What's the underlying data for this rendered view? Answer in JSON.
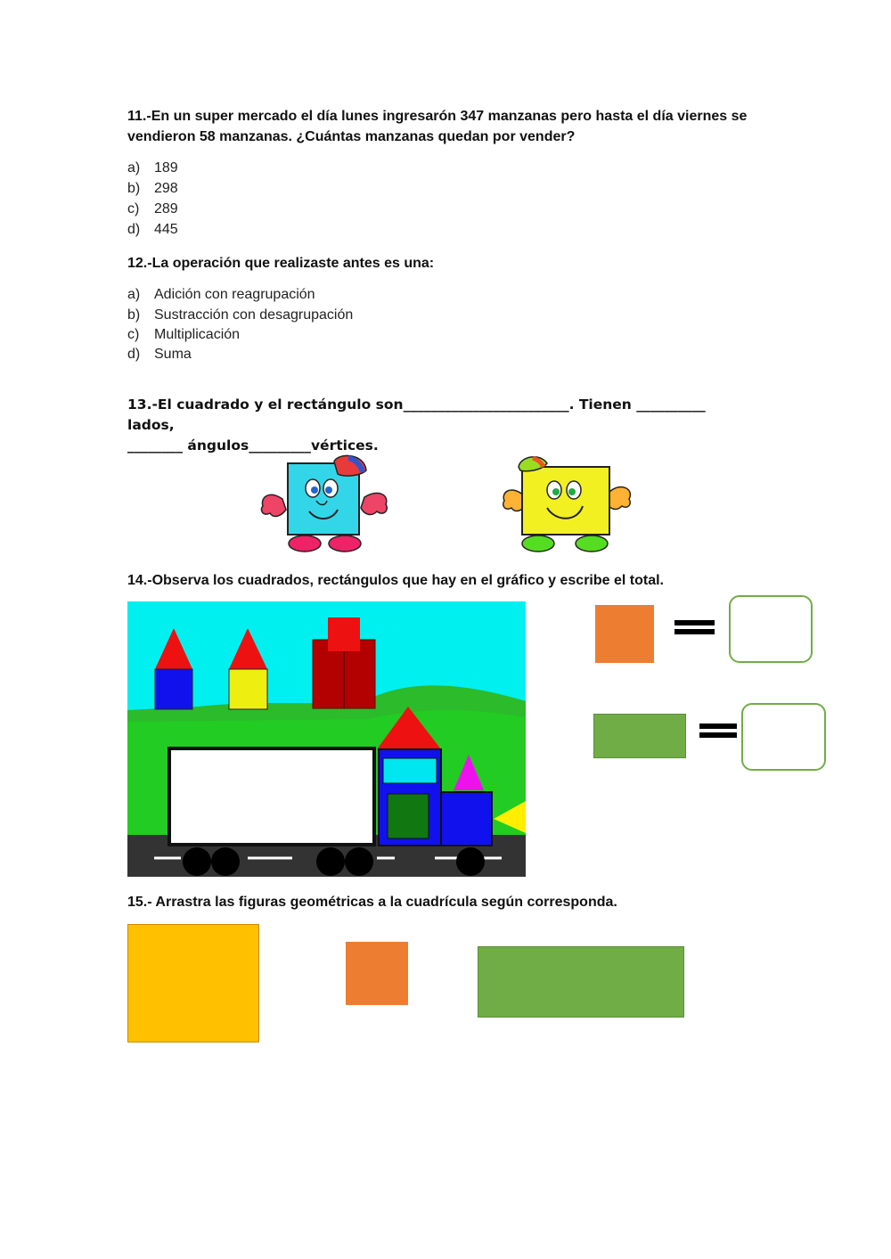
{
  "q11": {
    "title_line1": "11.-En un super mercado  el día lunes ingresarón 347 manzanas pero hasta el día viernes se",
    "title_line2": "vendieron 58 manzanas. ¿Cuántas manzanas quedan por vender?",
    "options": [
      {
        "letter": "a)",
        "text": "189"
      },
      {
        "letter": "b)",
        "text": "298"
      },
      {
        "letter": "c)",
        "text": "289"
      },
      {
        "letter": "d)",
        "text": "445"
      }
    ]
  },
  "q12": {
    "title": "12.-La operación que realizaste antes es una:",
    "options": [
      {
        "letter": "a)",
        "text": "Adición con reagrupación"
      },
      {
        "letter": "b)",
        "text": "Sustracción con desagrupación"
      },
      {
        "letter": "c)",
        "text": "Multiplicación"
      },
      {
        "letter": "d)",
        "text": "Suma"
      }
    ]
  },
  "q13": {
    "line1": "13.-El cuadrado y el rectángulo son________________________. Tienen __________ lados,",
    "line2": "________ ángulos_________vértices."
  },
  "q14": {
    "title": "14.-Observa los cuadrados, rectángulos que hay en el gráfico y escribe el total."
  },
  "q15": {
    "title": "15.- Arrastra las figuras geométricas a la cuadrícula según corresponda."
  },
  "colors": {
    "orange": "#ed7d31",
    "green": "#70ad47",
    "yellow": "#ffc000",
    "sky": "#00f0f0",
    "grass": "#22cc22"
  }
}
